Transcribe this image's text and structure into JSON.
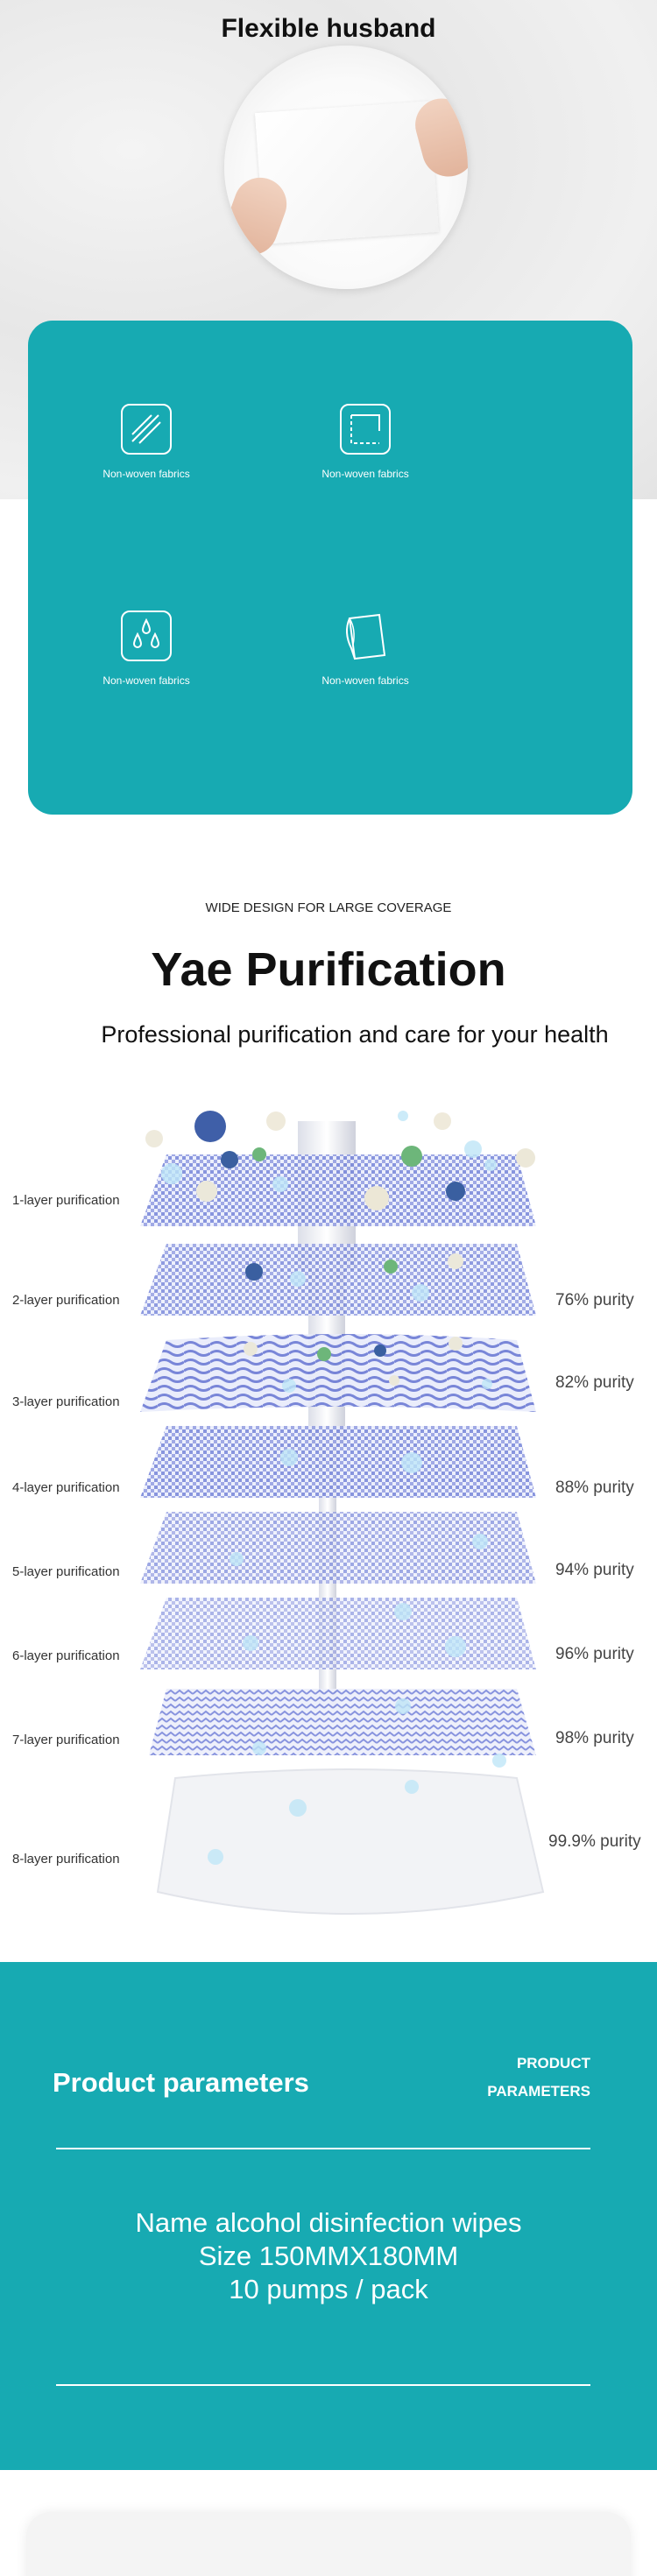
{
  "hero": {
    "title": "Flexible husband"
  },
  "features": [
    {
      "label": "Non-woven fabrics",
      "icon": "diagonal-lines-icon"
    },
    {
      "label": "Non-woven fabrics",
      "icon": "dashed-square-icon"
    },
    {
      "label": "Non-woven fabrics",
      "icon": "water-drops-icon"
    },
    {
      "label": "Non-woven fabrics",
      "icon": "folded-sheet-icon"
    }
  ],
  "purification": {
    "kicker": "WIDE DESIGN FOR LARGE COVERAGE",
    "title": "Yae Purification",
    "subtitle": "Professional purification and care for your health",
    "layers": [
      {
        "label": "1-layer purification",
        "purity": ""
      },
      {
        "label": "2-layer purification",
        "purity": "76% purity"
      },
      {
        "label": "3-layer purification",
        "purity": "82% purity"
      },
      {
        "label": "4-layer purification",
        "purity": "88% purity"
      },
      {
        "label": "5-layer purification",
        "purity": "94% purity"
      },
      {
        "label": "6-layer purification",
        "purity": "96% purity"
      },
      {
        "label": "7-layer purification",
        "purity": "98% purity"
      },
      {
        "label": "8-layer purification",
        "purity": "99.9% purity"
      }
    ]
  },
  "params": {
    "title": "Product parameters",
    "kicker_line1": "PRODUCT",
    "kicker_line2": "PARAMETERS",
    "line1": "Name alcohol disinfection wipes",
    "line2": "Size 150MMX180MM",
    "line3": "10 pumps / pack"
  },
  "colors": {
    "teal": "#17aab2",
    "mesh": "#6f7ed6",
    "white": "#ffffff"
  }
}
